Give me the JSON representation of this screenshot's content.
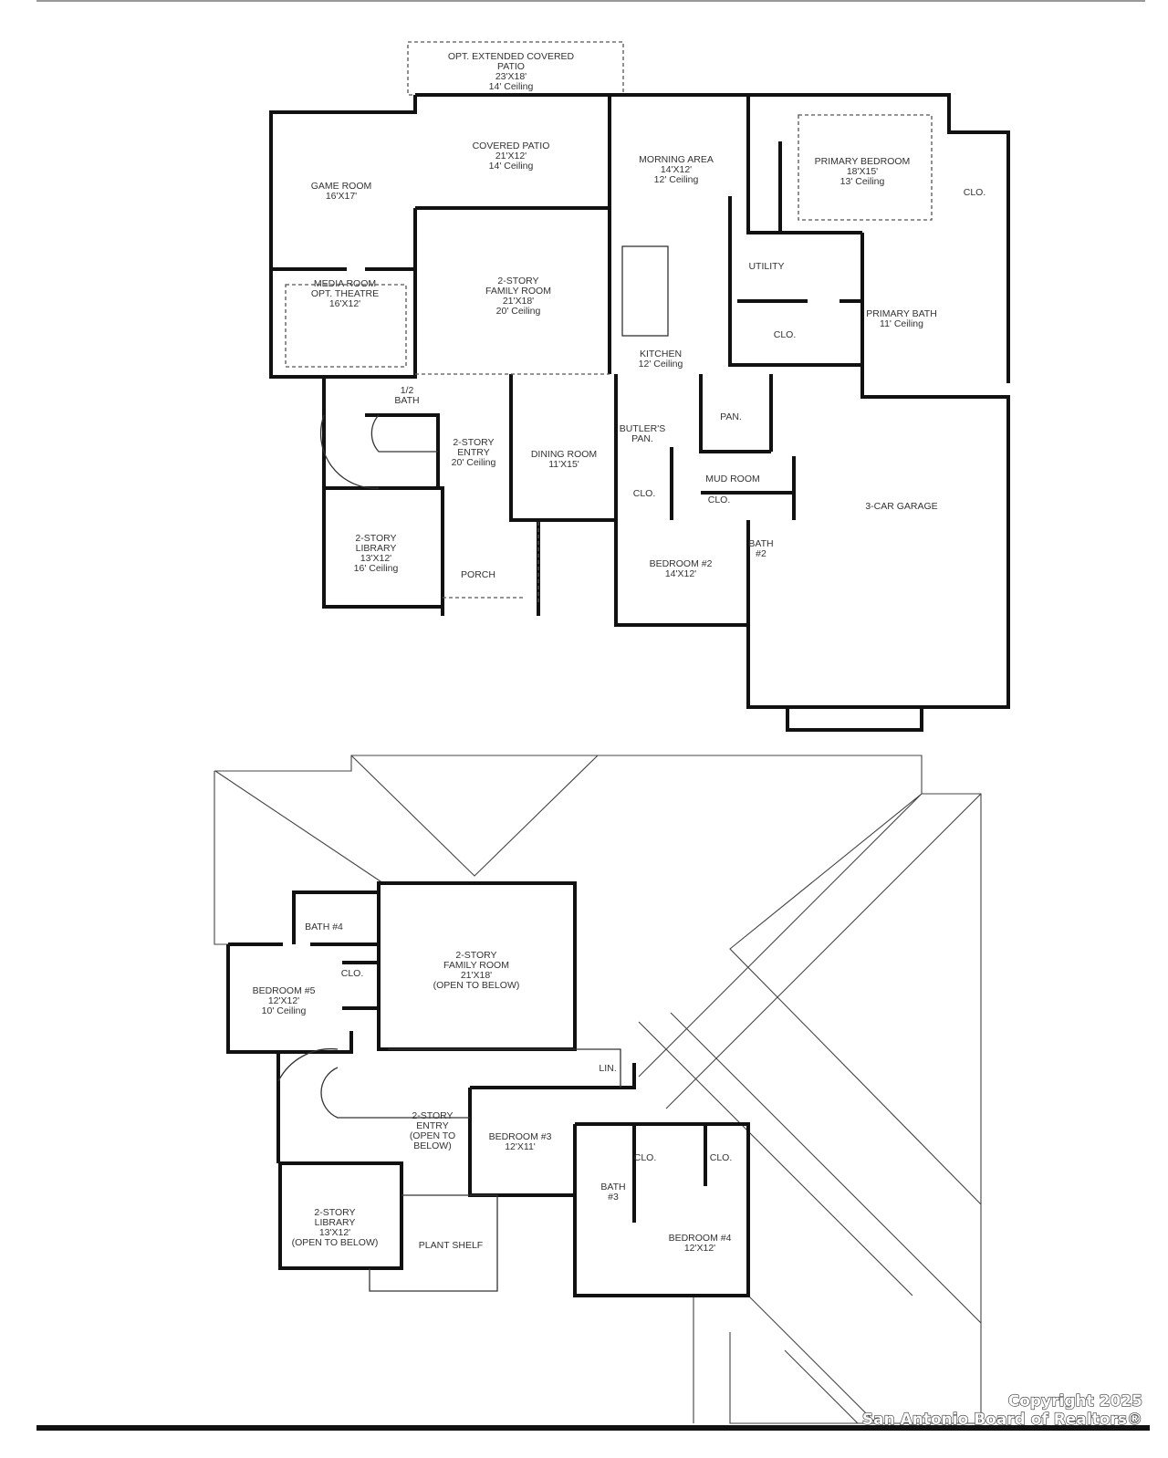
{
  "first_floor": {
    "ext_patio": [
      "OPT. EXTENDED COVERED",
      "PATIO",
      "23'X18'",
      "14' Ceiling"
    ],
    "covered_patio": [
      "COVERED PATIO",
      "21'X12'",
      "14' Ceiling"
    ],
    "game_room": [
      "GAME ROOM",
      "16'X17'"
    ],
    "media_room": [
      "MEDIA ROOM",
      "OPT. THEATRE",
      "16'X12'"
    ],
    "family_room": [
      "2-STORY",
      "FAMILY ROOM",
      "21'X18'",
      "20' Ceiling"
    ],
    "morning_area": [
      "MORNING AREA",
      "14'X12'",
      "12' Ceiling"
    ],
    "kitchen": [
      "KITCHEN",
      "12' Ceiling"
    ],
    "primary_bedroom": [
      "PRIMARY BEDROOM",
      "18'X15'",
      "13' Ceiling"
    ],
    "primary_closet": [
      "CLO."
    ],
    "utility": [
      "UTILITY"
    ],
    "utility_closet": [
      "CLO."
    ],
    "primary_bath": [
      "PRIMARY BATH",
      "11' Ceiling"
    ],
    "half_bath": [
      "1/2",
      "BATH"
    ],
    "entry": [
      "2-STORY",
      "ENTRY",
      "20' Ceiling"
    ],
    "dining_room": [
      "DINING ROOM",
      "11'X15'"
    ],
    "butlers_pantry": [
      "BUTLER'S",
      "PAN."
    ],
    "pantry": [
      "PAN."
    ],
    "mud_room": [
      "MUD ROOM"
    ],
    "bed2_closet": [
      "CLO."
    ],
    "mud_closet": [
      "CLO."
    ],
    "garage": [
      "3-CAR GARAGE"
    ],
    "bath2": [
      "BATH",
      "#2"
    ],
    "library": [
      "2-STORY",
      "LIBRARY",
      "13'X12'",
      "16' Ceiling"
    ],
    "porch": [
      "PORCH"
    ],
    "bedroom2": [
      "BEDROOM #2",
      "14'X12'"
    ]
  },
  "second_floor": {
    "bath4": [
      "BATH #4"
    ],
    "bedroom5": [
      "BEDROOM #5",
      "12'X12'",
      "10' Ceiling"
    ],
    "bed5_closet": [
      "CLO."
    ],
    "family_room": [
      "2-STORY",
      "FAMILY ROOM",
      "21'X18'",
      "(OPEN TO BELOW)"
    ],
    "linen": [
      "LIN."
    ],
    "entry": [
      "2-STORY",
      "ENTRY",
      "(OPEN TO",
      "BELOW)"
    ],
    "bedroom3": [
      "BEDROOM #3",
      "12'X11'"
    ],
    "bed3_closet": [
      "CLO."
    ],
    "bed4_closet": [
      "CLO."
    ],
    "bath3": [
      "BATH",
      "#3"
    ],
    "bedroom4": [
      "BEDROOM #4",
      "12'X12'"
    ],
    "library": [
      "2-STORY",
      "LIBRARY",
      "13'X12'",
      "(OPEN TO BELOW)"
    ],
    "plant_shelf": [
      "PLANT SHELF"
    ]
  },
  "watermark": {
    "line1": "Copyright 2025",
    "line2": "San Antonio Board of Realtors®"
  }
}
